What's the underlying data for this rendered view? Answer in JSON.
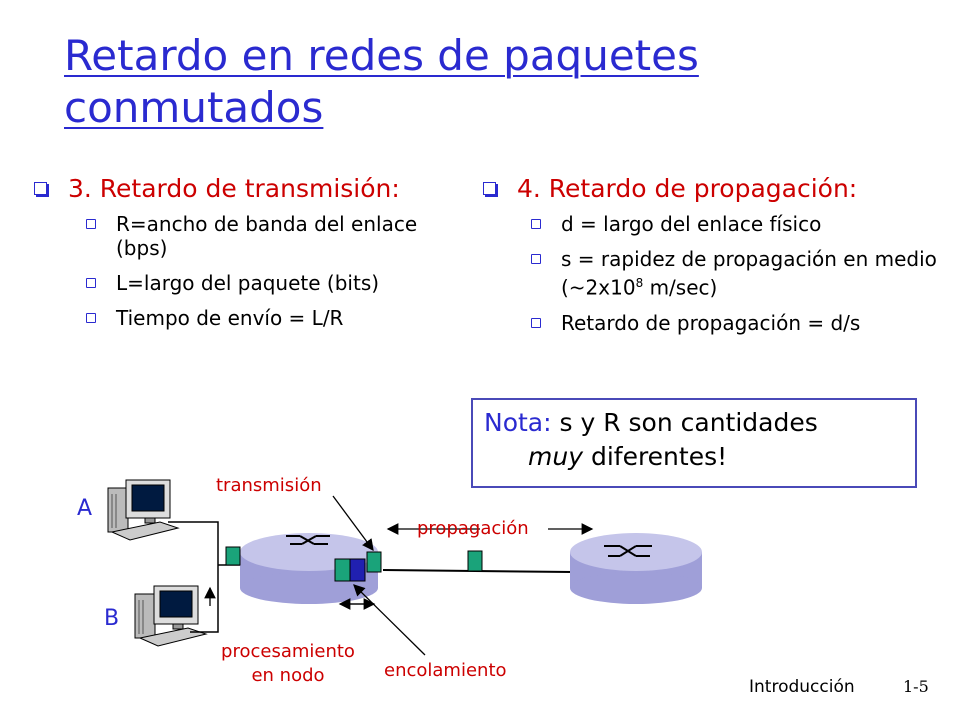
{
  "title": "Retardo en redes de paquetes conmutados",
  "left": {
    "heading": "3. Retardo de transmisión:",
    "items": [
      "R=ancho de banda del enlace (bps)",
      "L=largo del paquete (bits)",
      "Tiempo de envío = L/R"
    ]
  },
  "right": {
    "heading": "4. Retardo de propagación:",
    "item1": "d = largo del enlace físico",
    "item2_a": "s = rapidez de propagación en medio (~2x10",
    "item2_sup": "8",
    "item2_b": " m/sec)",
    "item3": "Retardo de propagación = d/s"
  },
  "note": {
    "lead": "Nota:",
    "text1": " s y R son cantidades",
    "emph": "muy",
    "text2": " diferentes!"
  },
  "diagram": {
    "host_a": "A",
    "host_b": "B",
    "transmission": "transmisión",
    "propagation": "propagación",
    "processing_l1": "procesamiento",
    "processing_l2": "en nodo",
    "queueing": "encolamiento"
  },
  "footer": {
    "section": "Introducción",
    "page": "1-5"
  },
  "colors": {
    "title": "#2a2ad0",
    "heading": "#cc0000",
    "packet": "#1aa37a",
    "queued": "#2020b0",
    "router": "#9f9fd8"
  }
}
